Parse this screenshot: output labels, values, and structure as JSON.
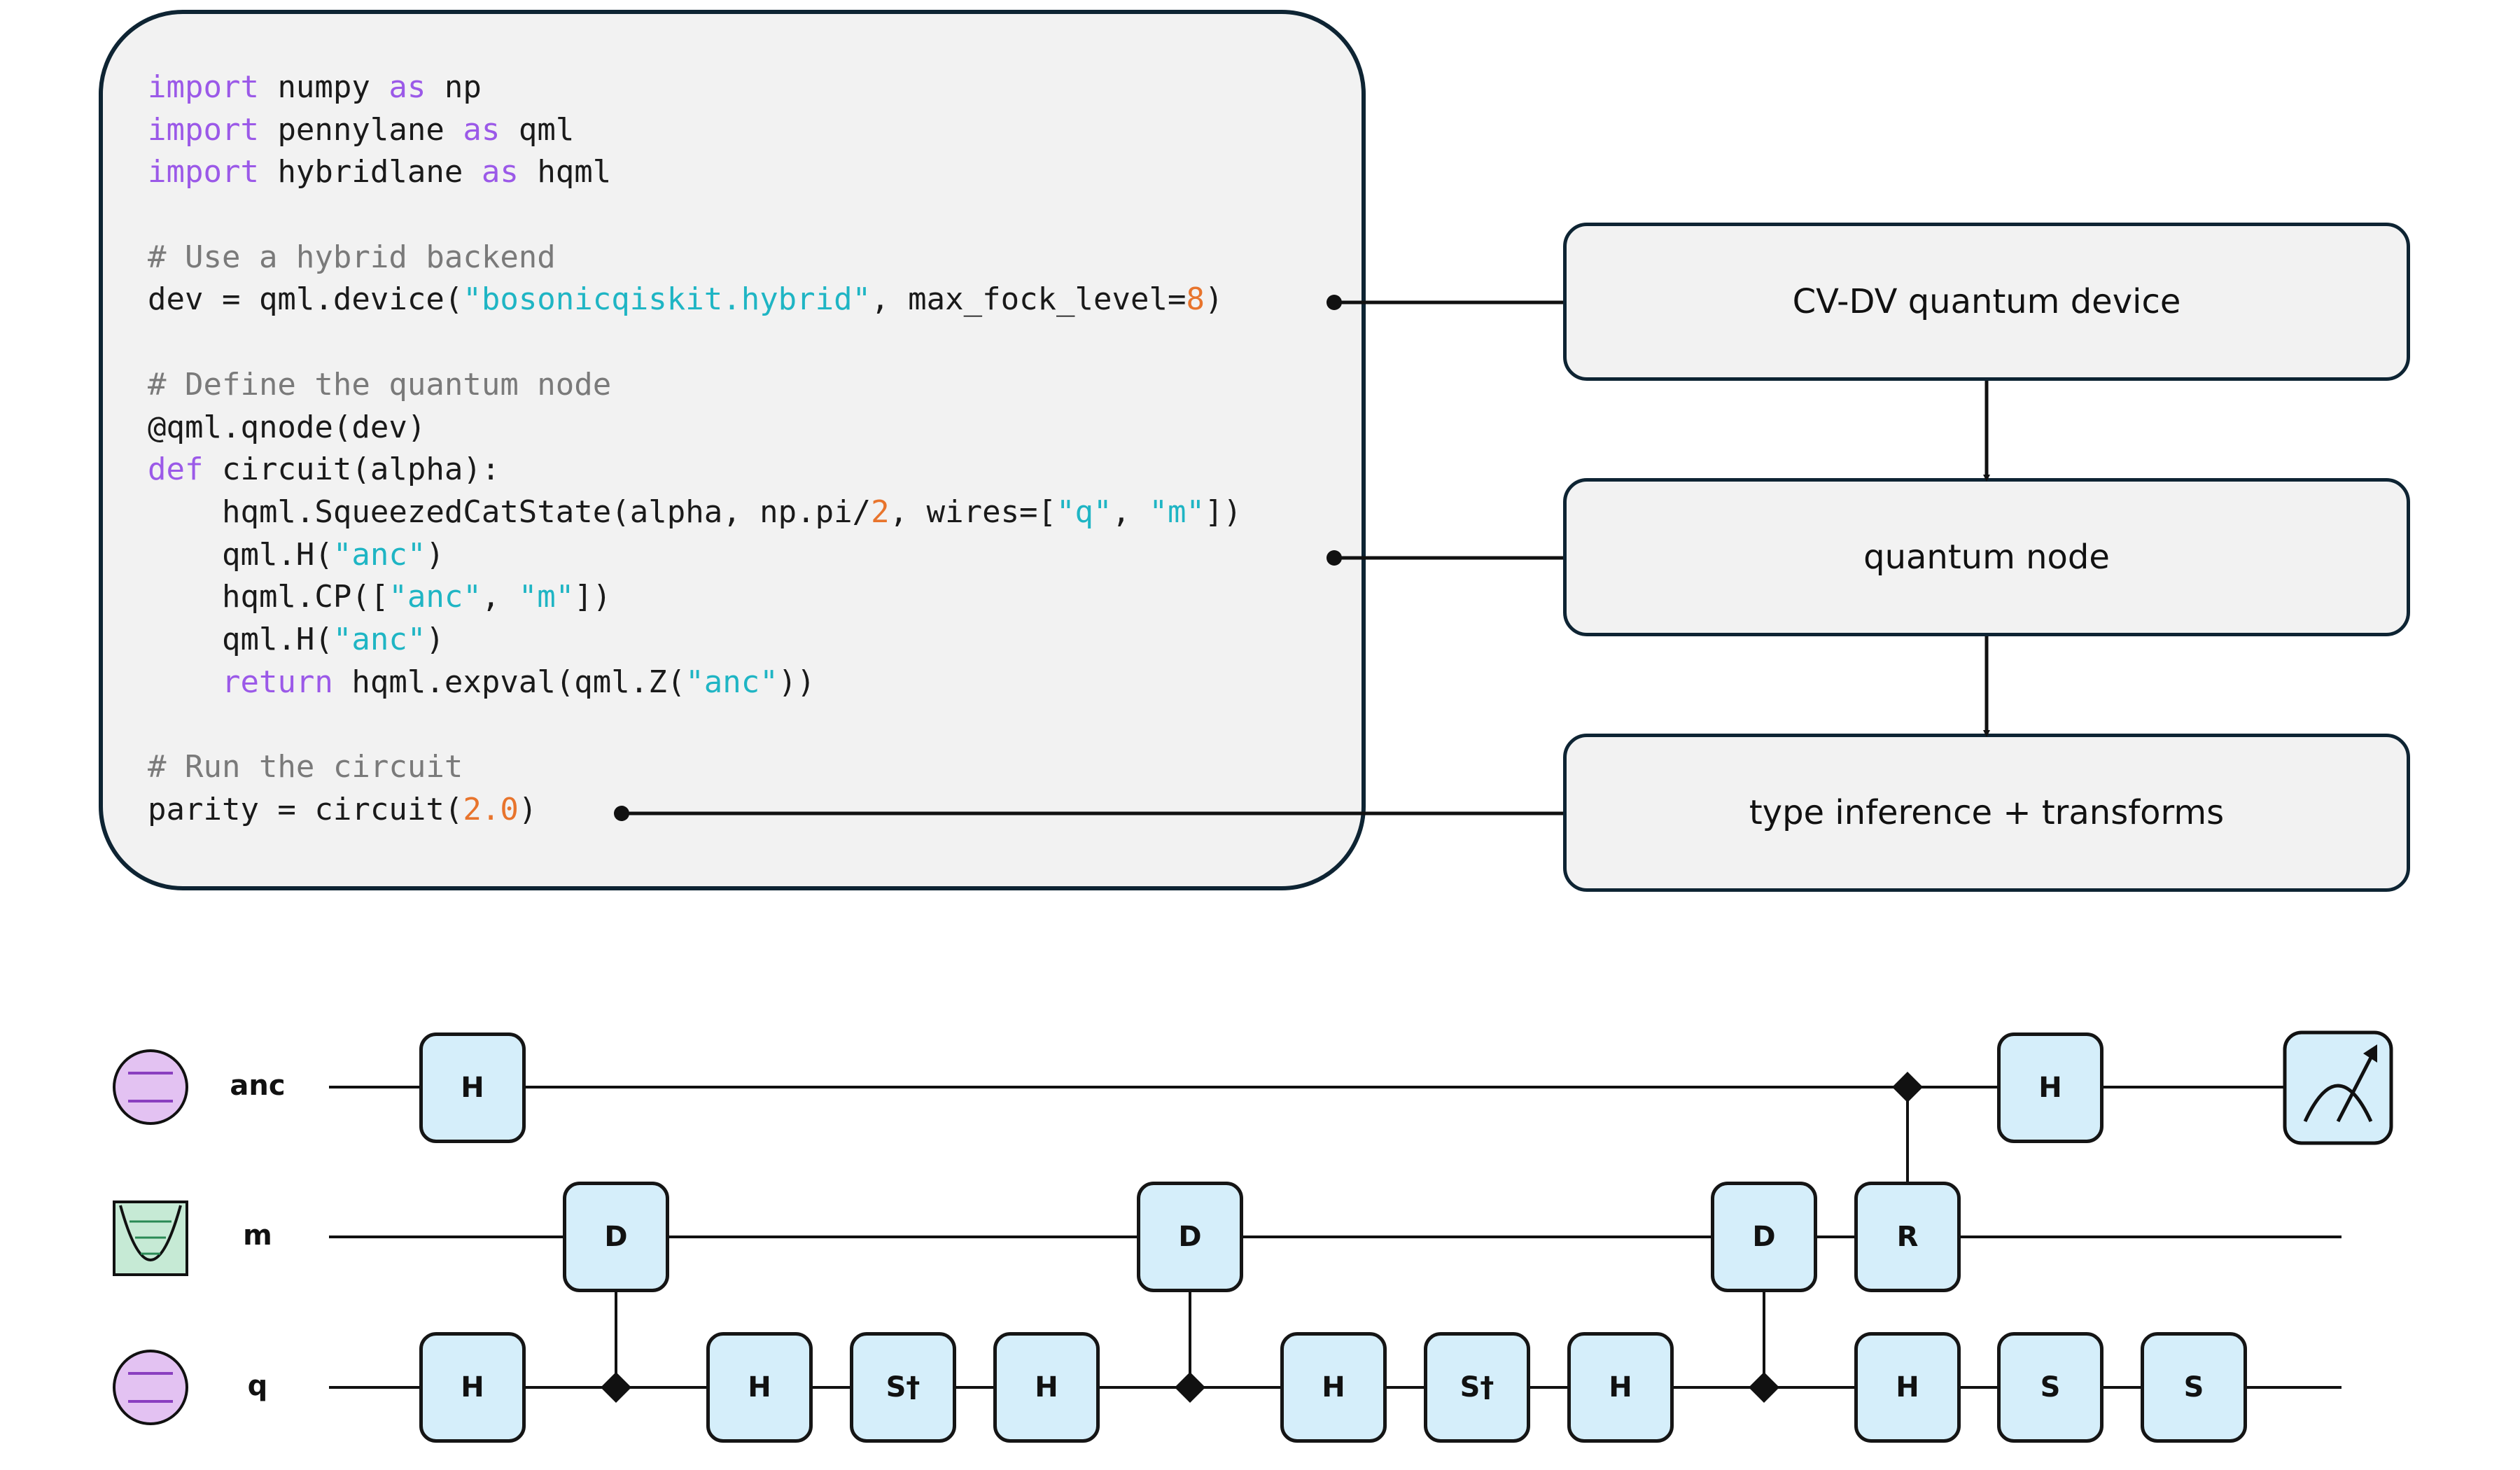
{
  "code_lines": [
    [
      {
        "t": "import",
        "c": "kw"
      },
      {
        "t": " numpy "
      },
      {
        "t": "as",
        "c": "kw"
      },
      {
        "t": " np"
      }
    ],
    [
      {
        "t": "import",
        "c": "kw"
      },
      {
        "t": " pennylane "
      },
      {
        "t": "as",
        "c": "kw"
      },
      {
        "t": " qml"
      }
    ],
    [
      {
        "t": "import",
        "c": "kw"
      },
      {
        "t": " hybridlane "
      },
      {
        "t": "as",
        "c": "kw"
      },
      {
        "t": " hqml"
      }
    ],
    [],
    [
      {
        "t": "# Use a hybrid backend",
        "c": "cm"
      }
    ],
    [
      {
        "t": "dev = qml.device("
      },
      {
        "t": "\"bosonicqiskit.hybrid\"",
        "c": "str"
      },
      {
        "t": ", max_fock_level="
      },
      {
        "t": "8",
        "c": "num"
      },
      {
        "t": ")"
      }
    ],
    [],
    [
      {
        "t": "# Define the quantum node",
        "c": "cm"
      }
    ],
    [
      {
        "t": "@qml.qnode(dev)"
      }
    ],
    [
      {
        "t": "def",
        "c": "kw"
      },
      {
        "t": " circuit(alpha):"
      }
    ],
    [
      {
        "t": "    hqml.SqueezedCatState(alpha, np.pi/"
      },
      {
        "t": "2",
        "c": "num"
      },
      {
        "t": ", wires=["
      },
      {
        "t": "\"q\"",
        "c": "str"
      },
      {
        "t": ", "
      },
      {
        "t": "\"m\"",
        "c": "str"
      },
      {
        "t": "])"
      }
    ],
    [
      {
        "t": "    qml.H("
      },
      {
        "t": "\"anc\"",
        "c": "str"
      },
      {
        "t": ")"
      }
    ],
    [
      {
        "t": "    hqml.CP(["
      },
      {
        "t": "\"anc\"",
        "c": "str"
      },
      {
        "t": ", "
      },
      {
        "t": "\"m\"",
        "c": "str"
      },
      {
        "t": "])"
      }
    ],
    [
      {
        "t": "    qml.H("
      },
      {
        "t": "\"anc\"",
        "c": "str"
      },
      {
        "t": ")"
      }
    ],
    [
      {
        "t": "    "
      },
      {
        "t": "return",
        "c": "kw"
      },
      {
        "t": " hqml.expval(qml.Z("
      },
      {
        "t": "\"anc\"",
        "c": "str"
      },
      {
        "t": "))"
      }
    ],
    [],
    [
      {
        "t": "# Run the circuit",
        "c": "cm"
      }
    ],
    [
      {
        "t": "parity = circuit("
      },
      {
        "t": "2.0",
        "c": "num"
      },
      {
        "t": ")"
      }
    ]
  ],
  "flow": {
    "device": "CV-DV quantum device",
    "node": "quantum node",
    "transforms": "type inference + transforms"
  },
  "circuit": {
    "wires": [
      "anc",
      "m",
      "q"
    ],
    "gates": {
      "anc": [
        "H",
        "H"
      ],
      "m": [
        "D",
        "D",
        "D",
        "R"
      ],
      "q": [
        "H",
        "H",
        "S†",
        "H",
        "H",
        "S†",
        "H",
        "H",
        "S",
        "S"
      ]
    }
  },
  "colors": {
    "outline": "#0e2433",
    "box_fill": "#f2f2f2",
    "gate_fill": "#d5eefa",
    "qubit_fill": "#e3c2f2",
    "qumode_fill": "#c6ead5",
    "keyword": "#9b59e8",
    "string": "#1fb5c4",
    "number": "#e8742c",
    "comment": "#7a7a7a"
  }
}
